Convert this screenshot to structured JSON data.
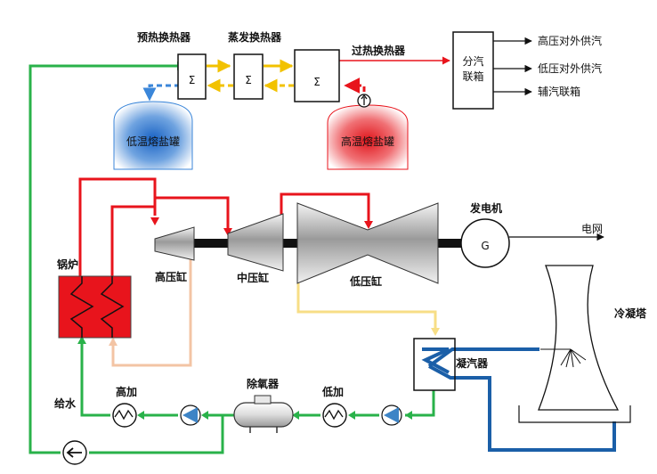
{
  "heat_exchangers": {
    "preheater": "预热换热器",
    "evaporator": "蒸发换热器",
    "superheater": "过热换热器",
    "symbol": "Σ"
  },
  "tanks": {
    "low_temp": "低温熔盐罐",
    "high_temp": "高温熔盐罐"
  },
  "steam_header": {
    "label_line1": "分汽",
    "label_line2": "联箱",
    "outputs": [
      "高压对外供汽",
      "低压对外供汽",
      "辅汽联箱"
    ]
  },
  "turbine": {
    "hp": "高压缸",
    "ip": "中压缸",
    "lp": "低压缸"
  },
  "generator": {
    "label": "发电机",
    "symbol": "G",
    "grid": "电网"
  },
  "boiler": "锅炉",
  "condenser": "凝汽器",
  "cooling_tower": "冷凝塔",
  "feedwater": {
    "hp_heater": "高加",
    "lp_heater": "低加",
    "deaerator": "除氧器",
    "feed_water": "给水"
  },
  "colors": {
    "steam_red": "#e8141c",
    "exchange_yellow": "#f2c200",
    "return_yellow": "#f7de86",
    "peach": "#f3c4a4",
    "water_green": "#29b24a",
    "cooling_blue": "#1b5fa8",
    "salt_blue_dash": "#3b86d9",
    "shaft_black": "#111111"
  }
}
